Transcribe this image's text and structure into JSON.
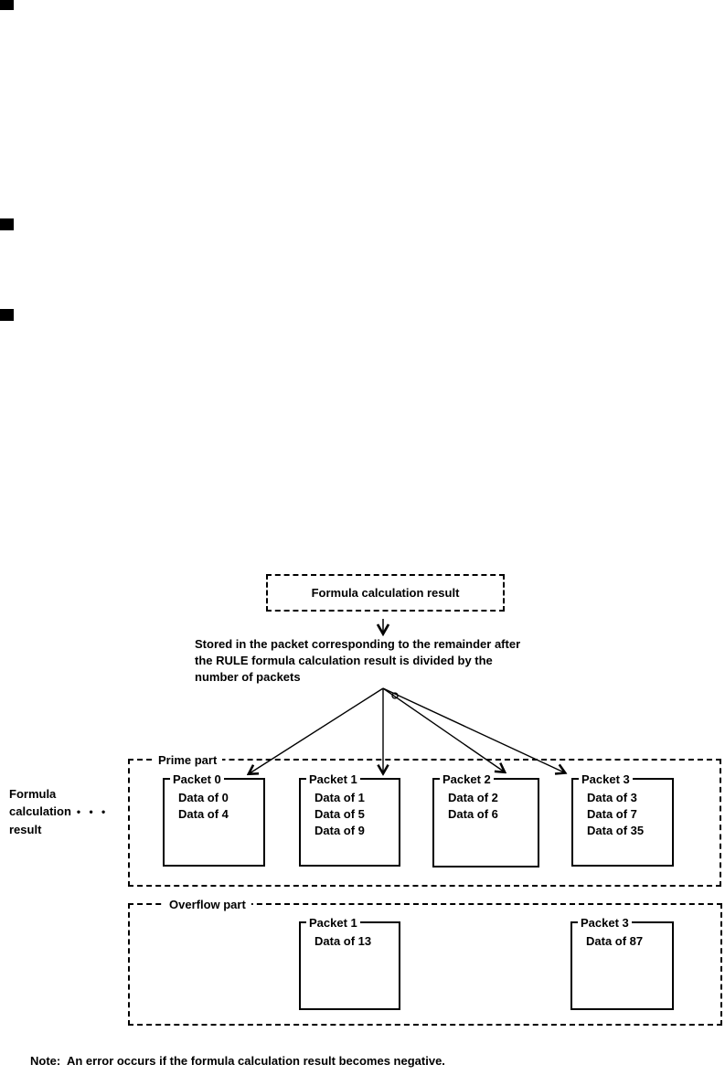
{
  "colors": {
    "ink": "#000000",
    "paper": "#ffffff"
  },
  "diagram": {
    "result_box_label": "Formula calculation result",
    "stored_lines": [
      "Stored in the packet corresponding to the remainder after",
      "the RULE formula calculation result is divided by the",
      "number of packets"
    ],
    "left_label": {
      "line1": "Formula",
      "line2": "calculation",
      "dots": "• • •",
      "line3": "result"
    },
    "prime_part": {
      "label": "Prime part",
      "packets": [
        {
          "title": "Packet 0",
          "items": [
            "Data of 0",
            "Data of 4"
          ]
        },
        {
          "title": "Packet 1",
          "items": [
            "Data of 1",
            "Data of 5",
            "Data of 9"
          ]
        },
        {
          "title": "Packet 2",
          "items": [
            "Data of 2",
            "Data of 6"
          ]
        },
        {
          "title": "Packet 3",
          "items": [
            "Data of 3",
            "Data of 7",
            "Data of 35"
          ]
        }
      ]
    },
    "overflow_part": {
      "label": "Overflow part",
      "packets": [
        {
          "title": "Packet 1",
          "items": [
            "Data of 13"
          ]
        },
        {
          "title": "Packet 3",
          "items": [
            "Data of 87"
          ]
        }
      ]
    }
  },
  "note": "Note:  An error occurs if the formula calculation result becomes negative."
}
